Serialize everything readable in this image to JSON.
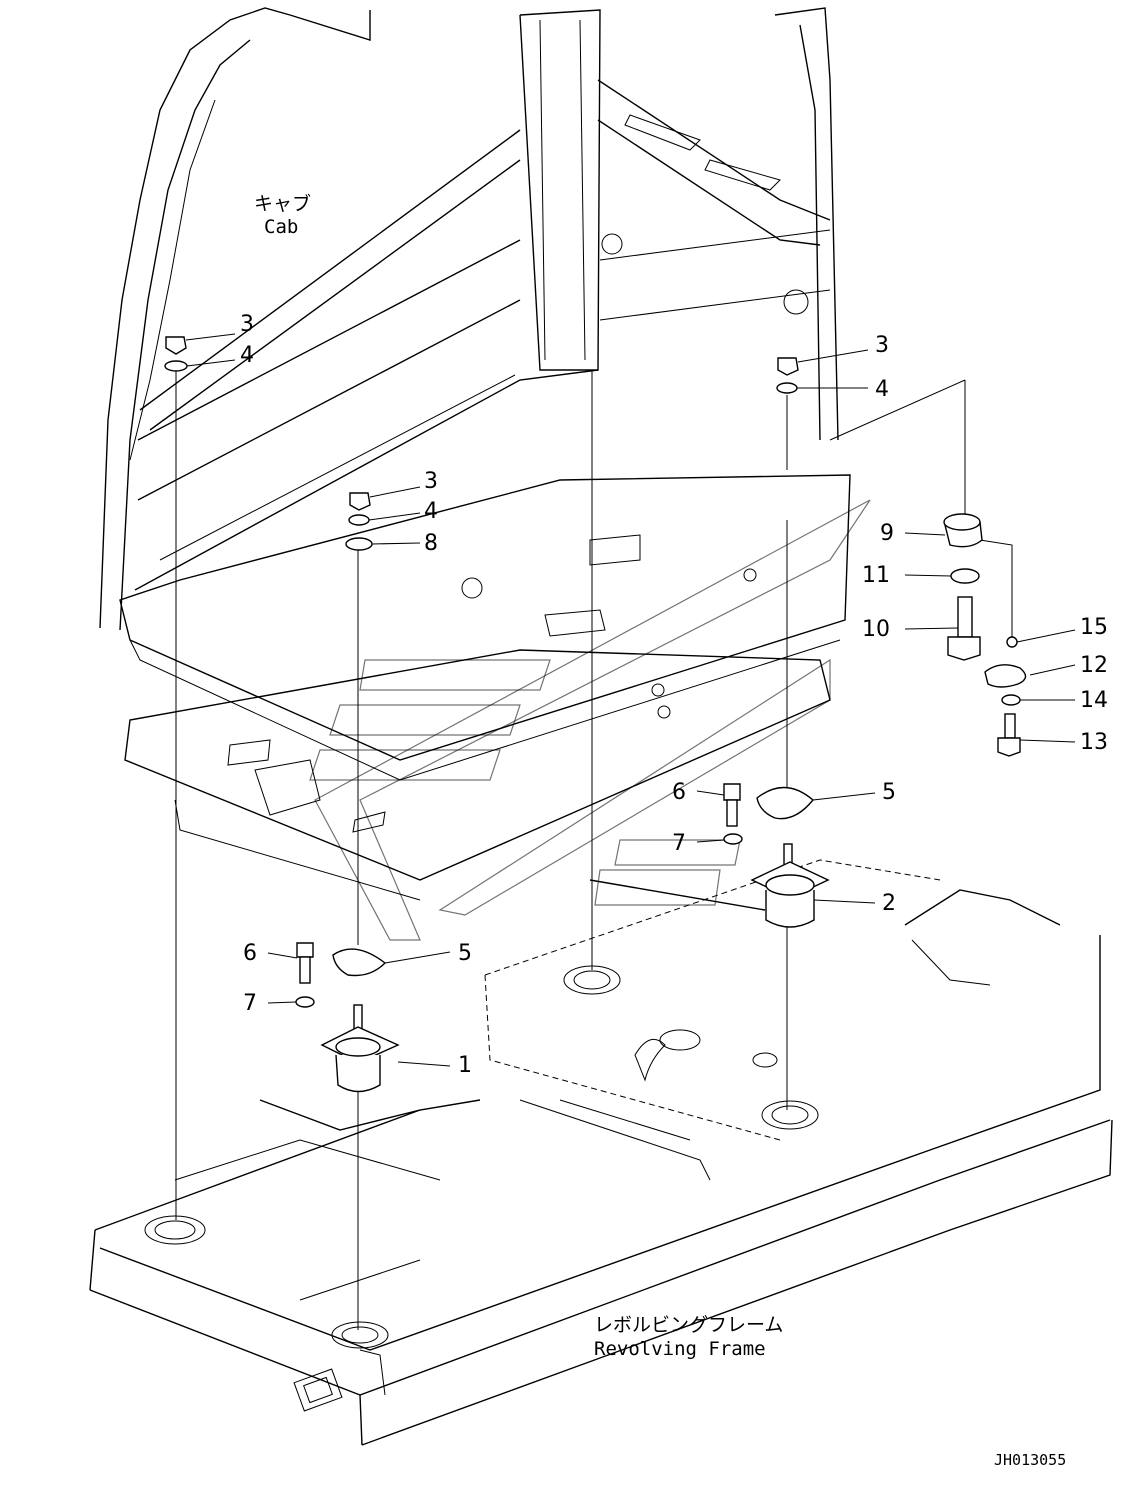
{
  "labels": {
    "cab_jp": "キャブ",
    "cab_en": "Cab",
    "frame_jp": "レボルビングフレーム",
    "frame_en": "Revolving Frame",
    "drawing_code": "JH013055"
  },
  "callouts": [
    "3",
    "4",
    "3",
    "4",
    "8",
    "9",
    "11",
    "10",
    "15",
    "12",
    "14",
    "13",
    "6",
    "7",
    "5",
    "2",
    "6",
    "7",
    "5",
    "1",
    "3",
    "4"
  ]
}
